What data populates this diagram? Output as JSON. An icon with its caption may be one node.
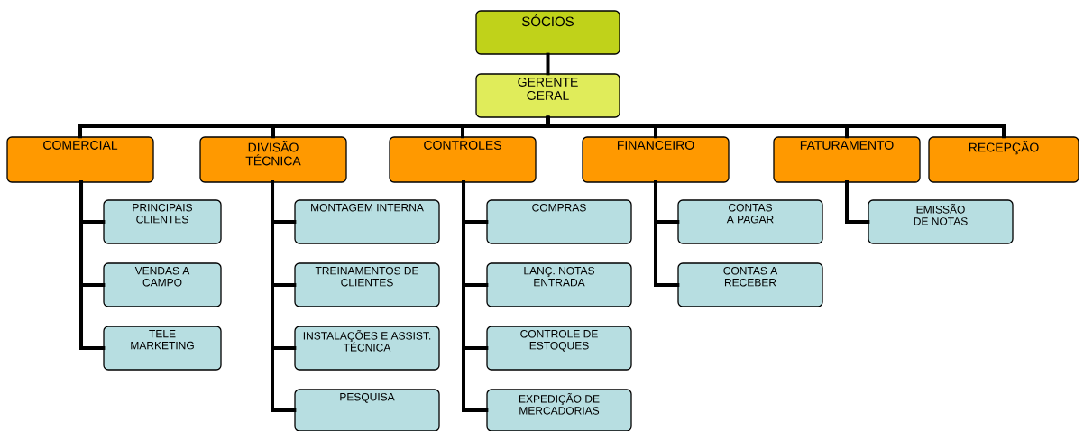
{
  "diagram": {
    "nodes": [
      {
        "text": [
          "SÓCIOS"
        ]
      },
      {
        "text": [
          "GERENTE GERAL"
        ]
      },
      {
        "text": [
          "COMERCIAL"
        ]
      },
      {
        "text": [
          "DIVISÃO TÉCNICA"
        ]
      },
      {
        "text": [
          "CONTROLES"
        ]
      },
      {
        "text": [
          "FINANCEIRO"
        ]
      },
      {
        "text": [
          "FATURAMENTO"
        ]
      },
      {
        "text": [
          "RECEPÇÃO"
        ]
      },
      {
        "text": [
          "PRINCIPAIS CLIENTES"
        ]
      },
      {
        "text": [
          "VENDAS A CAMPO"
        ]
      },
      {
        "text": [
          "TELE MARKETING"
        ]
      },
      {
        "text": [
          "MONTAGEM INTERNA"
        ]
      },
      {
        "text": [
          "TREINAMENTOS DE CLIENTES"
        ]
      },
      {
        "text": [
          "INSTALAÇÕES E ASSIST. TÉCNICA"
        ]
      },
      {
        "text": [
          "PESQUISA"
        ]
      },
      {
        "text": [
          "COMPRAS"
        ]
      },
      {
        "text": [
          "LANÇ. NOTAS ENTRADA"
        ]
      },
      {
        "text": [
          "CONTROLE DE ESTOQUES"
        ]
      },
      {
        "text": [
          "EXPEDIÇÃO DE MERCADORIAS"
        ]
      },
      {
        "text": [
          "CONTAS A PAGAR"
        ]
      },
      {
        "text": [
          "CONTAS A RECEBER"
        ]
      },
      {
        "text": [
          "EMISSÃO DE NOTAS"
        ]
      }
    ],
    "edges": [
      {
        "from": 0,
        "to": 1,
        "arrow": "none"
      },
      {
        "from": 1,
        "to": 2,
        "arrow": "none"
      },
      {
        "from": 1,
        "to": 3,
        "arrow": "none"
      },
      {
        "from": 1,
        "to": 4,
        "arrow": "none"
      },
      {
        "from": 1,
        "to": 5,
        "arrow": "none"
      },
      {
        "from": 1,
        "to": 6,
        "arrow": "none"
      },
      {
        "from": 1,
        "to": 7,
        "arrow": "none"
      },
      {
        "from": 2,
        "to": 8,
        "arrow": "none"
      },
      {
        "from": 2,
        "to": 9,
        "arrow": "none"
      },
      {
        "from": 2,
        "to": 10,
        "arrow": "none"
      },
      {
        "from": 3,
        "to": 11,
        "arrow": "none"
      },
      {
        "from": 3,
        "to": 12,
        "arrow": "none"
      },
      {
        "from": 3,
        "to": 13,
        "arrow": "none"
      },
      {
        "from": 3,
        "to": 14,
        "arrow": "none"
      },
      {
        "from": 4,
        "to": 15,
        "arrow": "none"
      },
      {
        "from": 4,
        "to": 16,
        "arrow": "none"
      },
      {
        "from": 4,
        "to": 17,
        "arrow": "none"
      },
      {
        "from": 4,
        "to": 18,
        "arrow": "none"
      },
      {
        "from": 5,
        "to": 19,
        "arrow": "none"
      },
      {
        "from": 5,
        "to": 20,
        "arrow": "none"
      },
      {
        "from": 6,
        "to": 21,
        "arrow": "none"
      }
    ]
  }
}
